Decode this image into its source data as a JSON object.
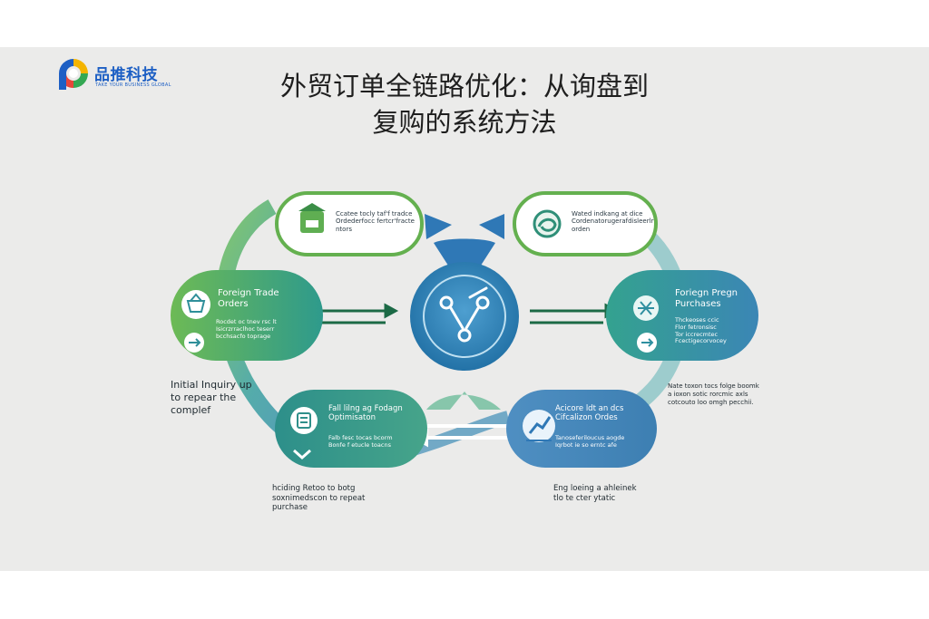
{
  "brand": {
    "name": "品推科技",
    "tagline": "TAKE YOUR BUSINESS GLOBAL",
    "colors": {
      "blue": "#1d5fc4",
      "red": "#e8463a",
      "yellow": "#f4b400",
      "green": "#34a853"
    }
  },
  "title": {
    "line1": "外贸订单全链路优化：从询盘到",
    "line2": "复购的系统方法"
  },
  "cards": {
    "top_left": {
      "icon": "box-icon",
      "lines": [
        "Ccatee tocly taf'f tradce",
        "Ordederfocc fertcr'fracte",
        "ntors"
      ]
    },
    "top_right": {
      "icon": "handshake-icon",
      "lines": [
        "Wated indkang at dice",
        "Cordenatorugerafdisleerlr",
        "orden"
      ]
    },
    "left": {
      "icon": "gift-box-icon",
      "title": [
        "Foreign Trade",
        "Orders"
      ],
      "lines": [
        "Rocdet oc tnev rsc lt",
        "Isicrzrraclhoc teserr",
        "bcchsacfo toprage"
      ]
    },
    "right": {
      "icon": "network-icon",
      "title": [
        "Foriegn Pregn",
        "Purchases"
      ],
      "lines": [
        "Thckeoses ccic",
        "Flor fetronsisc",
        "Tor iccrecmtec",
        "Fcectigecorvocey"
      ]
    },
    "bottom_left": {
      "icon": "document-icon",
      "title": [
        "Fall lilng ag Fodagn",
        "Optimisaton"
      ],
      "lines": [
        "Falb fesc tocas bcorm",
        "Bonfe f etucle toacns"
      ]
    },
    "bottom_right": {
      "icon": "chart-icon",
      "title": [
        "Acicore ldt an dcs",
        "Cifcalizon Ordes"
      ],
      "lines": [
        "Tanoseferiloucus aogde",
        "Iqrbot ie so erntc afe"
      ]
    }
  },
  "center": {
    "icon": "workflow-icon"
  },
  "notes": {
    "left": [
      "Initial Inquiry up",
      "to repear the",
      "complef"
    ],
    "right": [
      "Nate toxon tocs folge boomk",
      "a ioxon sotic rorcmic axls",
      "cotcouto loo omgh pecchii."
    ],
    "bottom_left": [
      "hciding Retoo to botg",
      "soxnimedscon to repeat",
      "purchase"
    ],
    "bottom_right": [
      "Eng loeing a ahleinek",
      "tlo te cter ytatic"
    ]
  },
  "colors": {
    "green": "#6cb756",
    "teal": "#2f9c8f",
    "blue": "#3f86b6",
    "dark_arrow": "#1c6a46",
    "background": "#ebebea"
  }
}
